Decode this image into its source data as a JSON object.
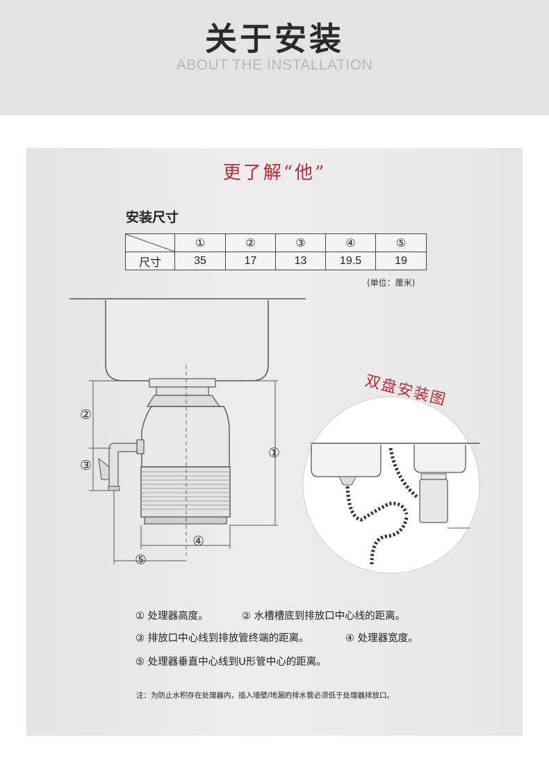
{
  "header": {
    "title": "关于安装",
    "subtitle": "ABOUT THE INSTALLATION"
  },
  "panel": {
    "title": "更了解“他”"
  },
  "spec": {
    "heading": "安装尺寸",
    "columns": [
      "①",
      "②",
      "③",
      "④",
      "⑤"
    ],
    "row_label": "尺寸",
    "values": [
      "35",
      "17",
      "13",
      "19.5",
      "19"
    ],
    "unit": "(单位：厘米)"
  },
  "diagram": {
    "markers": [
      "①",
      "②",
      "③",
      "④",
      "⑤"
    ],
    "double_sink_label": "双盘安装图"
  },
  "legend": {
    "line1a": "① 处理器高度。",
    "line1b": "② 水槽槽底到排放口中心线的距离。",
    "line2a": "③ 排放口中心线到排放管终端的距离。",
    "line2b": "④ 处理器宽度。",
    "line3": "⑤ 处理器垂直中心线到U形管中心的距离。"
  },
  "note": "注：为防止水积存在处理器内，插入墙壁/地漏的排水管必须低于处理器排放口。"
}
